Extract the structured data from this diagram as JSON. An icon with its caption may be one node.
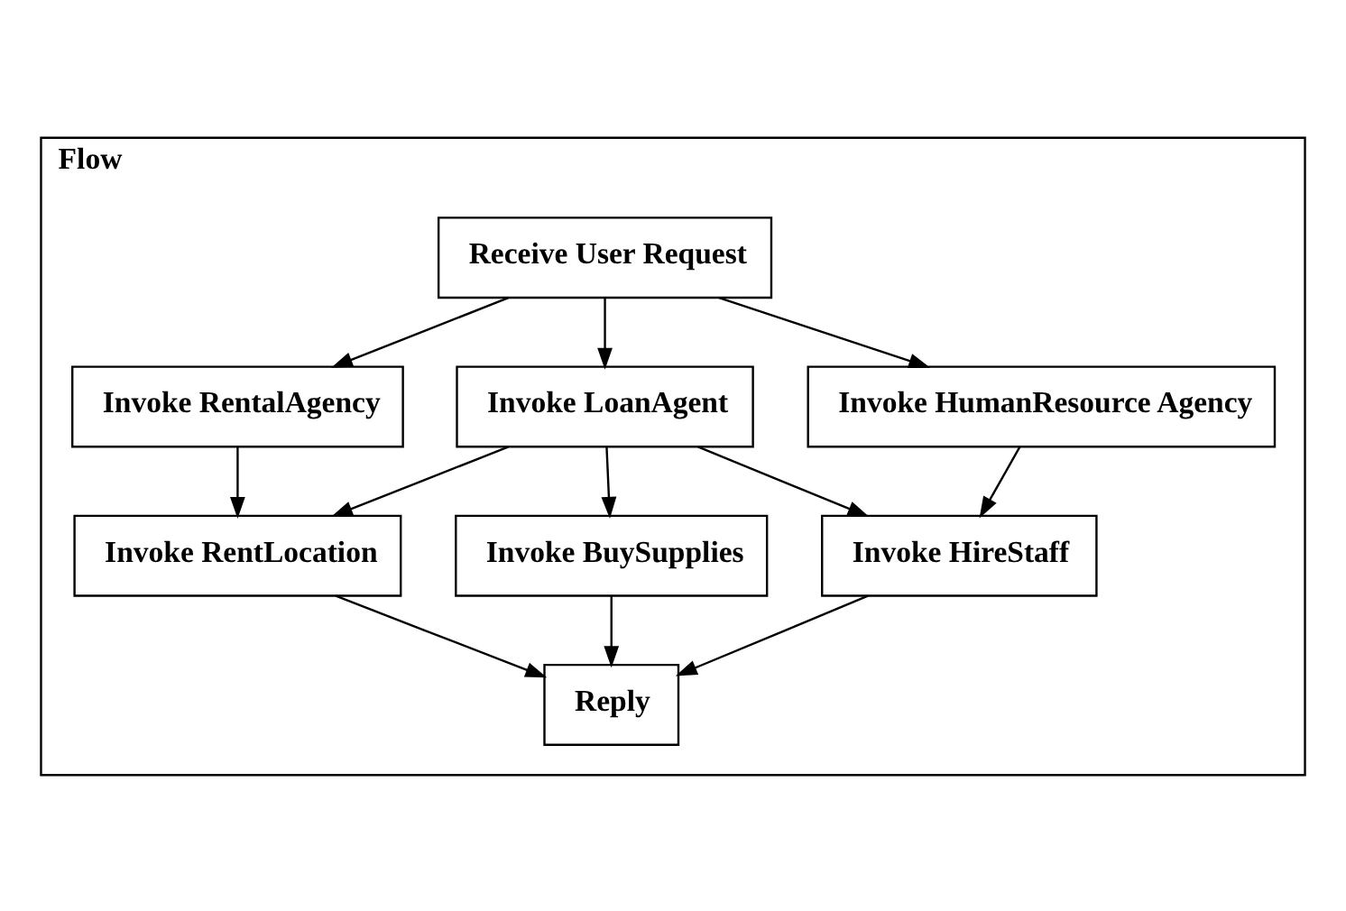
{
  "diagram": {
    "nodes": [
      {
        "text": [
          "Flow"
        ]
      },
      {
        "text": [
          "Receive User Request"
        ],
        "in": 0
      },
      {
        "text": [
          "Invoke RentalAgency"
        ],
        "in": 0
      },
      {
        "text": [
          "Invoke LoanAgent"
        ],
        "in": 0
      },
      {
        "text": [
          "Invoke HumanResource Agency"
        ],
        "in": 0
      },
      {
        "text": [
          "Invoke RentLocation"
        ],
        "in": 0
      },
      {
        "text": [
          "Invoke BuySupplies"
        ],
        "in": 0
      },
      {
        "text": [
          "Invoke HireStaff"
        ],
        "in": 0
      },
      {
        "text": [
          "Reply"
        ],
        "in": 0
      }
    ],
    "edges": [
      {
        "from": 1,
        "to": 2,
        "arrow": "to"
      },
      {
        "from": 1,
        "to": 3,
        "arrow": "to"
      },
      {
        "from": 1,
        "to": 4,
        "arrow": "to"
      },
      {
        "from": 2,
        "to": 5,
        "arrow": "to"
      },
      {
        "from": 3,
        "to": 5,
        "arrow": "to"
      },
      {
        "from": 3,
        "to": 6,
        "arrow": "to"
      },
      {
        "from": 3,
        "to": 7,
        "arrow": "to"
      },
      {
        "from": 4,
        "to": 7,
        "arrow": "to"
      },
      {
        "from": 5,
        "to": 8,
        "arrow": "to"
      },
      {
        "from": 6,
        "to": 8,
        "arrow": "to"
      },
      {
        "from": 7,
        "to": 8,
        "arrow": "to"
      }
    ]
  }
}
